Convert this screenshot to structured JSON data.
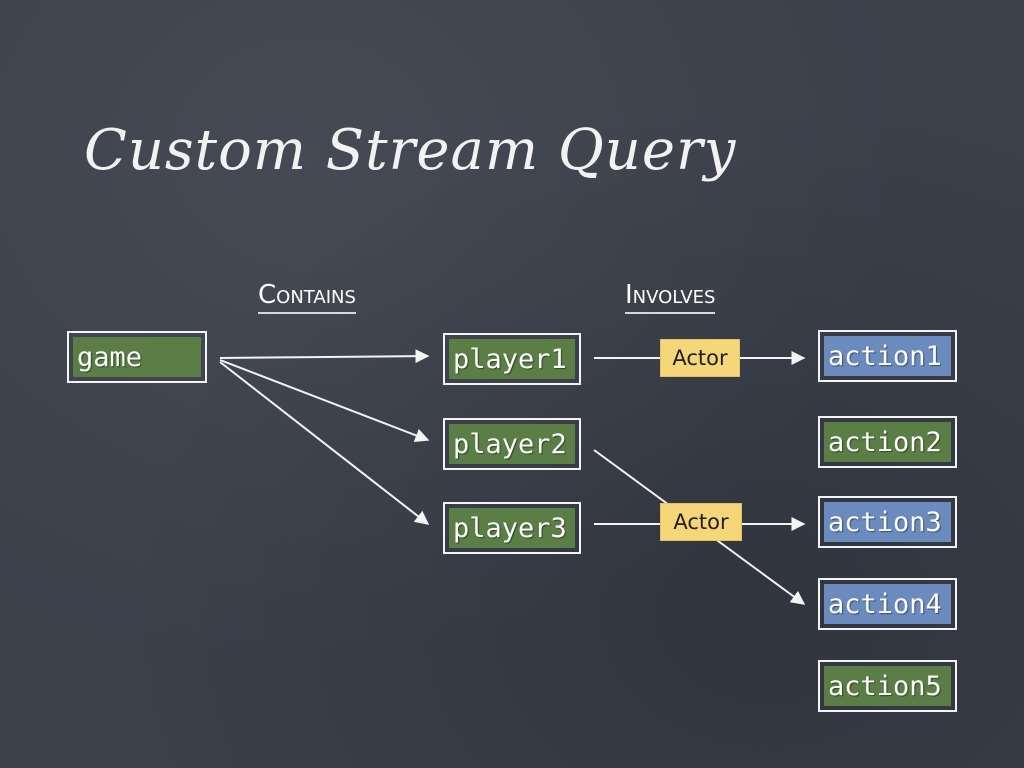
{
  "title": "Custom Stream Query",
  "relationships": {
    "contains": "Contains",
    "involves": "Involves"
  },
  "nodes": {
    "game": "game",
    "players": [
      "player1",
      "player2",
      "player3"
    ],
    "actions": [
      "action1",
      "action2",
      "action3",
      "action4",
      "action5"
    ]
  },
  "edge_labels": [
    "Actor",
    "Actor"
  ],
  "colors": {
    "background": "#3b404b",
    "game_fill": "#5a7e45",
    "player_fill": "#5a7e45",
    "action_involved_fill": "#6b8bbf",
    "action_other_fill": "#5a7e45",
    "edge_label_fill": "#f5d77a",
    "chalk": "#f4f4f4"
  }
}
